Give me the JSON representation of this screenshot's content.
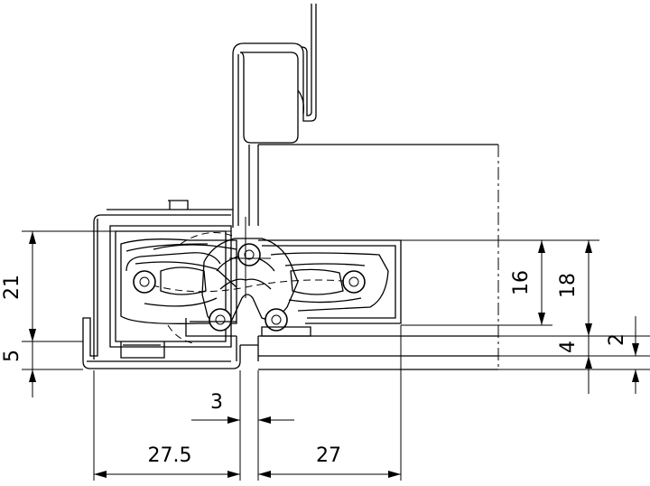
{
  "dimensions": {
    "d_27_5": "27.5",
    "d_27": "27",
    "d_3": "3",
    "d_21": "21",
    "d_5": "5",
    "d_16": "16",
    "d_18": "18",
    "d_4": "4",
    "d_2": "2"
  }
}
